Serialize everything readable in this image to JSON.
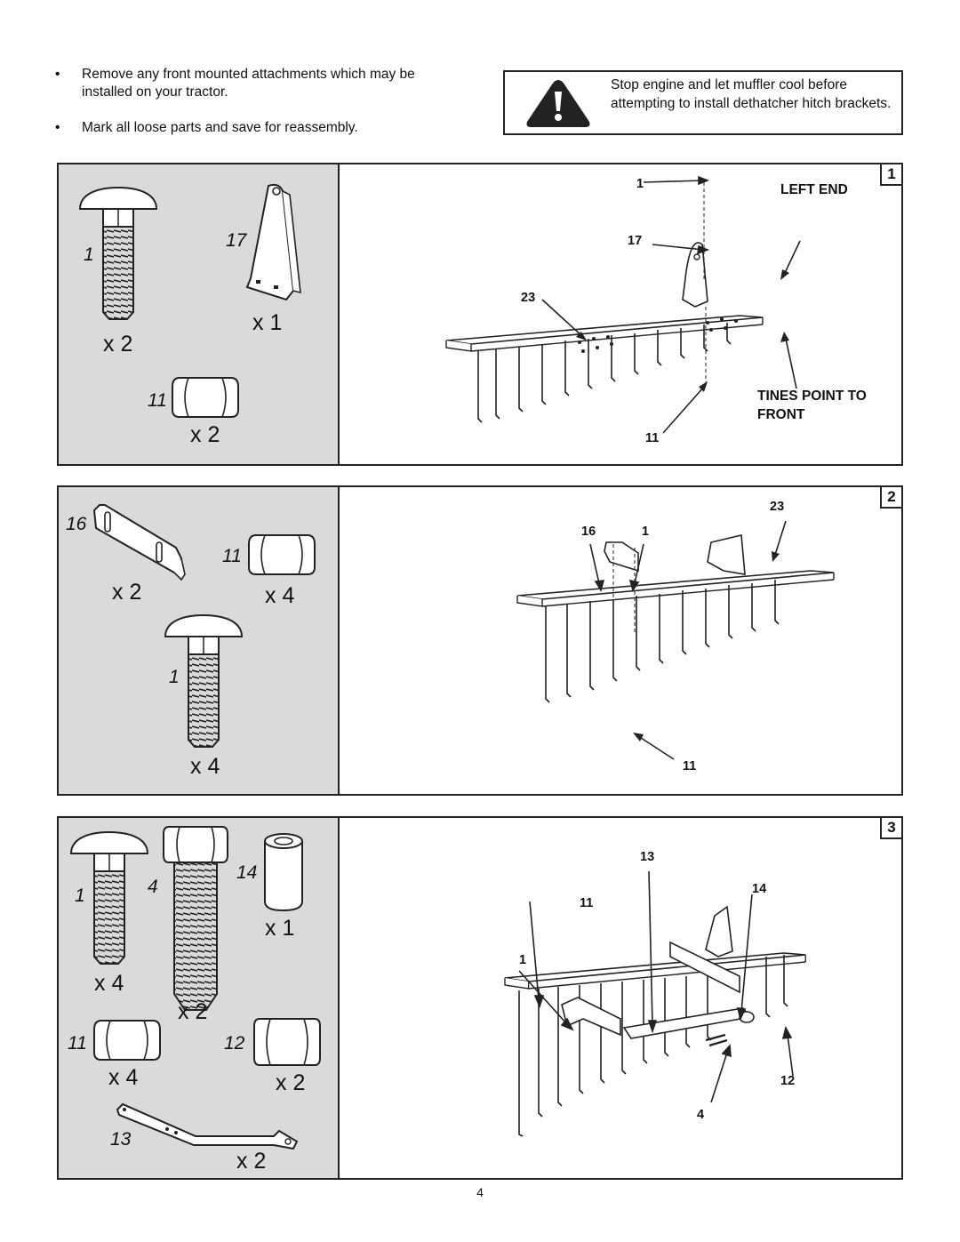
{
  "instructions": {
    "bullets": [
      "Remove any front mounted attachments which may be installed on your tractor.",
      "Mark all loose parts and save for reassembly."
    ],
    "bullet_symbol": "•"
  },
  "warning": {
    "icon": "warning-triangle-icon",
    "text": "Stop engine and let muffler cool before attempting to install dethatcher hitch brackets."
  },
  "steps": [
    {
      "number": "1",
      "parts": [
        {
          "part": "1",
          "qty": "x 2"
        },
        {
          "part": "17",
          "qty": "x 1"
        },
        {
          "part": "11",
          "qty": "x 2"
        }
      ],
      "callouts": [
        "1",
        "17",
        "23",
        "11"
      ],
      "labels": {
        "left_end": "LEFT END",
        "tines_point": "TINES POINT TO FRONT"
      }
    },
    {
      "number": "2",
      "parts": [
        {
          "part": "16",
          "qty": "x 2"
        },
        {
          "part": "11",
          "qty": "x 4"
        },
        {
          "part": "1",
          "qty": "x 4"
        }
      ],
      "callouts": [
        "23",
        "16",
        "1",
        "11"
      ]
    },
    {
      "number": "3",
      "parts": [
        {
          "part": "1",
          "qty": "x 4"
        },
        {
          "part": "4",
          "qty": "x 2"
        },
        {
          "part": "14",
          "qty": "x 1"
        },
        {
          "part": "11",
          "qty": "x 4"
        },
        {
          "part": "12",
          "qty": "x 2"
        },
        {
          "part": "13",
          "qty": "x 2"
        }
      ],
      "callouts": [
        "13",
        "14",
        "11",
        "1",
        "12",
        "4"
      ]
    }
  ],
  "page_number": "4"
}
